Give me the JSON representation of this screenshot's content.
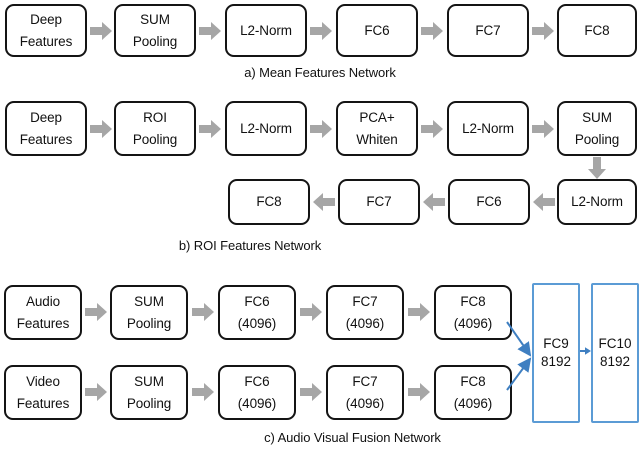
{
  "figure": {
    "title": "Three network architectures diagram",
    "arrow_color": "#a6a6a6",
    "box_border_color": "#141414",
    "fusion_box_color": "#5b9bd5"
  },
  "sections": [
    {
      "id": "a",
      "caption": "a) Mean Features Network",
      "nodes": [
        {
          "name": "deep-features",
          "lines": [
            "Deep",
            "Features"
          ]
        },
        {
          "name": "sum-pooling",
          "lines": [
            "SUM",
            "Pooling"
          ]
        },
        {
          "name": "l2-norm",
          "lines": [
            "L2-Norm"
          ]
        },
        {
          "name": "fc6",
          "lines": [
            "FC6"
          ]
        },
        {
          "name": "fc7",
          "lines": [
            "FC7"
          ]
        },
        {
          "name": "fc8",
          "lines": [
            "FC8"
          ]
        }
      ]
    },
    {
      "id": "b",
      "caption": "b) ROI Features Network",
      "nodes_row1": [
        {
          "name": "deep-features",
          "lines": [
            "Deep",
            "Features"
          ]
        },
        {
          "name": "roi-pooling",
          "lines": [
            "ROI",
            "Pooling"
          ]
        },
        {
          "name": "l2-norm-1",
          "lines": [
            "L2-Norm"
          ]
        },
        {
          "name": "pca-whiten",
          "lines": [
            "PCA+",
            "Whiten"
          ]
        },
        {
          "name": "l2-norm-2",
          "lines": [
            "L2-Norm"
          ]
        },
        {
          "name": "sum-pooling",
          "lines": [
            "SUM",
            "Pooling"
          ]
        }
      ],
      "nodes_row2": [
        {
          "name": "fc8",
          "lines": [
            "FC8"
          ]
        },
        {
          "name": "fc7",
          "lines": [
            "FC7"
          ]
        },
        {
          "name": "fc6",
          "lines": [
            "FC6"
          ]
        },
        {
          "name": "l2-norm-3",
          "lines": [
            "L2-Norm"
          ]
        }
      ]
    },
    {
      "id": "c",
      "caption": "c) Audio Visual Fusion Network",
      "audio_row": [
        {
          "name": "audio-features",
          "lines": [
            "Audio",
            "Features"
          ]
        },
        {
          "name": "sum-pooling",
          "lines": [
            "SUM",
            "Pooling"
          ]
        },
        {
          "name": "fc6",
          "lines": [
            "FC6",
            "(4096)"
          ]
        },
        {
          "name": "fc7",
          "lines": [
            "FC7",
            "(4096)"
          ]
        },
        {
          "name": "fc8",
          "lines": [
            "FC8",
            "(4096)"
          ]
        }
      ],
      "video_row": [
        {
          "name": "video-features",
          "lines": [
            "Video",
            "Features"
          ]
        },
        {
          "name": "sum-pooling",
          "lines": [
            "SUM",
            "Pooling"
          ]
        },
        {
          "name": "fc6",
          "lines": [
            "FC6",
            "(4096)"
          ]
        },
        {
          "name": "fc7",
          "lines": [
            "FC7",
            "(4096)"
          ]
        },
        {
          "name": "fc8",
          "lines": [
            "FC8",
            "(4096)"
          ]
        }
      ],
      "fusion": [
        {
          "name": "fc9",
          "lines": [
            "FC9",
            "8192"
          ]
        },
        {
          "name": "fc10",
          "lines": [
            "FC10",
            "8192"
          ]
        }
      ]
    }
  ]
}
